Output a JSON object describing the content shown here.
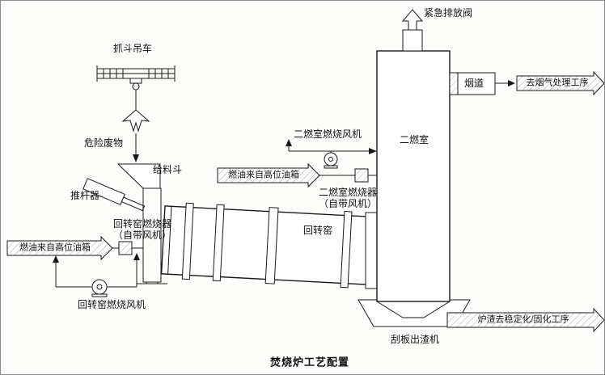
{
  "title": "焚烧炉工艺配置",
  "equipment": {
    "grab_crane": "抓斗吊车",
    "hazardous_waste": "危险废物",
    "feed_hopper": "给料斗",
    "pusher": "推杆器",
    "rotary_kiln": "回转窑",
    "kiln_burner_line1": "回转窑燃烧器",
    "kiln_burner_line2": "（自带风机）",
    "kiln_fan": "回转窑燃烧风机",
    "secondary_chamber": "二燃室",
    "sec_burner_line1": "二燃室燃烧器",
    "sec_burner_line2": "（自带风机）",
    "sec_fan": "二燃室燃烧风机",
    "emergency_valve": "紧急排放阀",
    "flue": "烟道",
    "slag_conveyor": "刮板出渣机"
  },
  "flows": {
    "fuel_to_kiln": "燃油来自高位油箱",
    "fuel_to_chamber": "燃油来自高位油箱",
    "to_flue_gas_treatment": "去烟气处理工序",
    "slag_to_treatment": "炉渣去稳定化/固化工序"
  }
}
